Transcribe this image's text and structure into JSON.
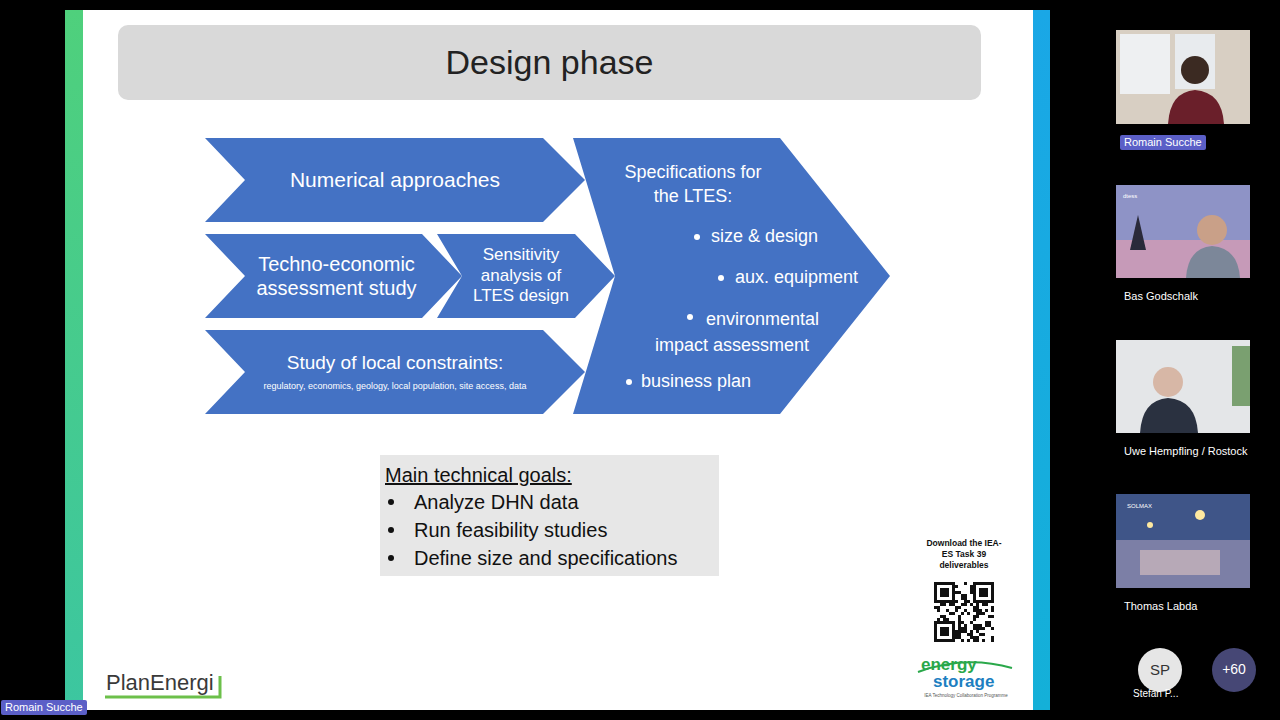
{
  "diagram": {
    "title": "Design phase",
    "nodes": [
      {
        "text": [
          "Numerical approaches"
        ]
      },
      {
        "text": [
          "Techno-economic assessment study"
        ]
      },
      {
        "text": [
          "Sensitivity analysis of LTES design"
        ]
      },
      {
        "text": [
          "Study of local constraints:",
          "regulatory, economics, geology, local population, site access, data"
        ]
      },
      {
        "text": [
          "Specifications for the LTES:",
          "size & design",
          "aux. equipment",
          "environmental impact assessment",
          "business plan"
        ]
      },
      {
        "text": [
          "Main technical goals:",
          "Analyze DHN data",
          "Run feasibility studies",
          "Define size and specifications"
        ]
      }
    ],
    "labels": [
      "Download the IEA-ES Task 39 deliverables",
      "PlanEnergi",
      "energy",
      "storage",
      "IEA Technology Collaboration Programme",
      "Romain Sucche",
      "dtess",
      "Bas Godschalk",
      "Uwe Hempfling / Rostock",
      "SOLMAX",
      "Thomas Labda",
      "SP",
      "+60",
      "Stefan P...",
      "Romain Sucche"
    ]
  }
}
